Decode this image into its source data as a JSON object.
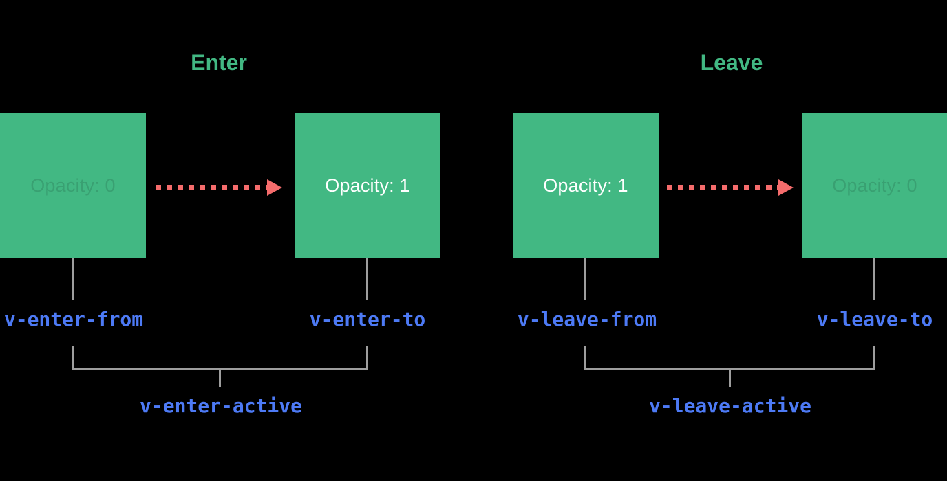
{
  "colors": {
    "background": "#000000",
    "green": "#42b883",
    "red": "#f56c6c",
    "blue": "#4d7af5",
    "gray": "#9e9e9e",
    "white": "#ffffff",
    "faded": "rgba(0,0,0,0.13)"
  },
  "enter": {
    "title": "Enter",
    "from_box_label": "Opacity: 0",
    "to_box_label": "Opacity: 1",
    "from_class": "v-enter-from",
    "to_class": "v-enter-to",
    "active_class": "v-enter-active"
  },
  "leave": {
    "title": "Leave",
    "from_box_label": "Opacity: 1",
    "to_box_label": "Opacity: 0",
    "from_class": "v-leave-from",
    "to_class": "v-leave-to",
    "active_class": "v-leave-active"
  }
}
